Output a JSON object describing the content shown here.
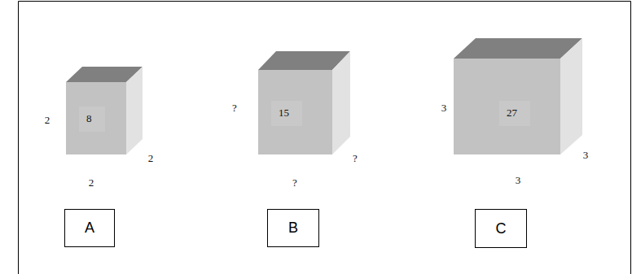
{
  "diagram": {
    "nodes": [
      {
        "text": [
          "8"
        ]
      },
      {
        "text": [
          "15"
        ]
      },
      {
        "text": [
          "27"
        ]
      },
      {
        "text": [
          "A"
        ]
      },
      {
        "text": [
          "B"
        ]
      },
      {
        "text": [
          "C"
        ]
      }
    ],
    "labels": [
      "2",
      "2",
      "2",
      "?",
      "?",
      "?",
      "3",
      "3",
      "3"
    ]
  }
}
